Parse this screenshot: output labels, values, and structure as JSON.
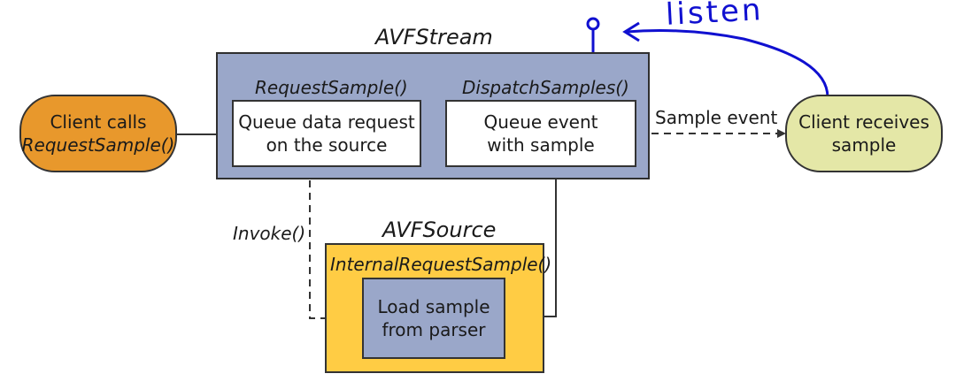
{
  "avfstream": {
    "title": "AVFStream",
    "request_sample_label": "RequestSample()",
    "dispatch_samples_label": "DispatchSamples()",
    "queue_request_line1": "Queue data request",
    "queue_request_line2": "on the source",
    "queue_event_line1": "Queue event",
    "queue_event_line2": "with sample"
  },
  "client_calls": {
    "line1": "Client calls",
    "line2": "RequestSample()"
  },
  "client_receives": {
    "line1": "Client receives",
    "line2": "sample"
  },
  "sample_event_label": "Sample event",
  "invoke_label": "Invoke()",
  "avfsource": {
    "title": "AVFSource",
    "internal_label": "InternalRequestSample()",
    "load_line1": "Load sample",
    "load_line2": "from parser"
  },
  "annotation": {
    "text": "listen"
  },
  "colors": {
    "stream_fill": "#9aa7c9",
    "source_fill": "#ffcc44",
    "client_calls_fill": "#e8982c",
    "client_receives_fill": "#e4e7a7",
    "ink": "#1010d0"
  }
}
